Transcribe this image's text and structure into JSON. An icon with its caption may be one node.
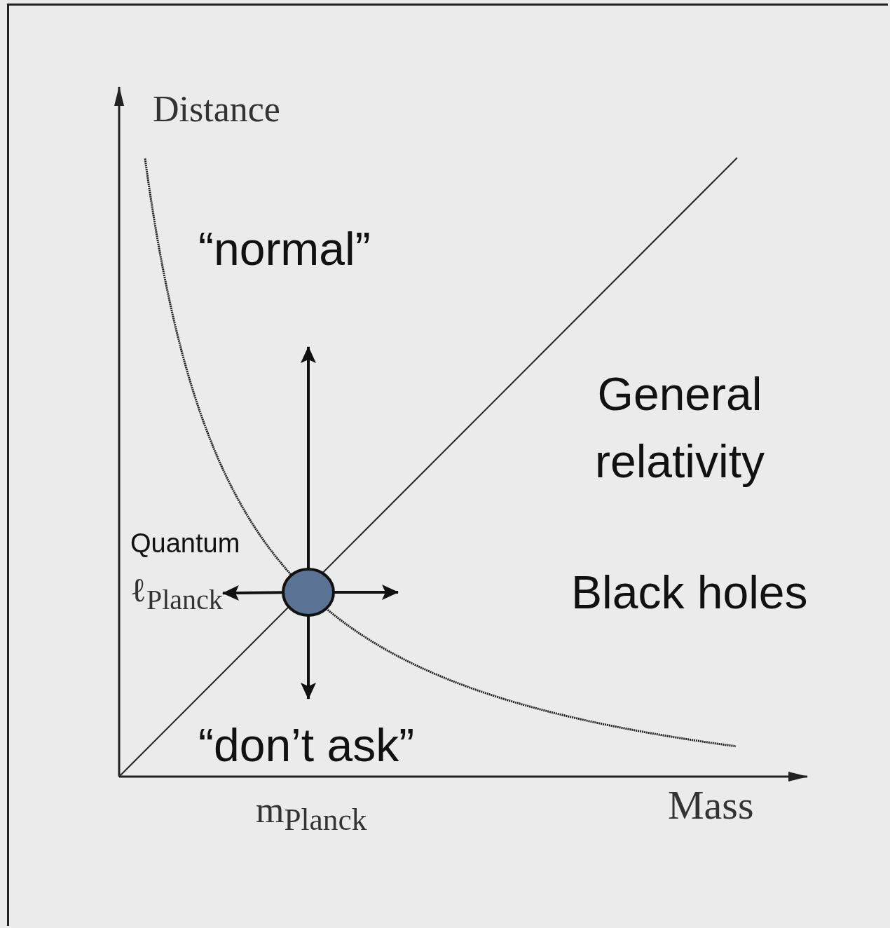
{
  "diagram": {
    "nodes": [
      {
        "text": [],
        "shape": "circle"
      },
      {
        "text": [
          "ℓ$_{Planck}$"
        ]
      }
    ],
    "edges": [
      {
        "from": 0,
        "to": null,
        "arrow": "to"
      },
      {
        "from": 0,
        "to": null,
        "arrow": "to"
      },
      {
        "from": 0,
        "to": null,
        "arrow": "to"
      },
      {
        "from": 0,
        "to": 1,
        "arrow": "to"
      }
    ],
    "labels": [
      "Distance",
      "“normal”",
      "General relativity",
      "Quantum",
      "Black holes",
      "“don’t ask”",
      "m$_{Planck}$",
      "Mass"
    ]
  }
}
